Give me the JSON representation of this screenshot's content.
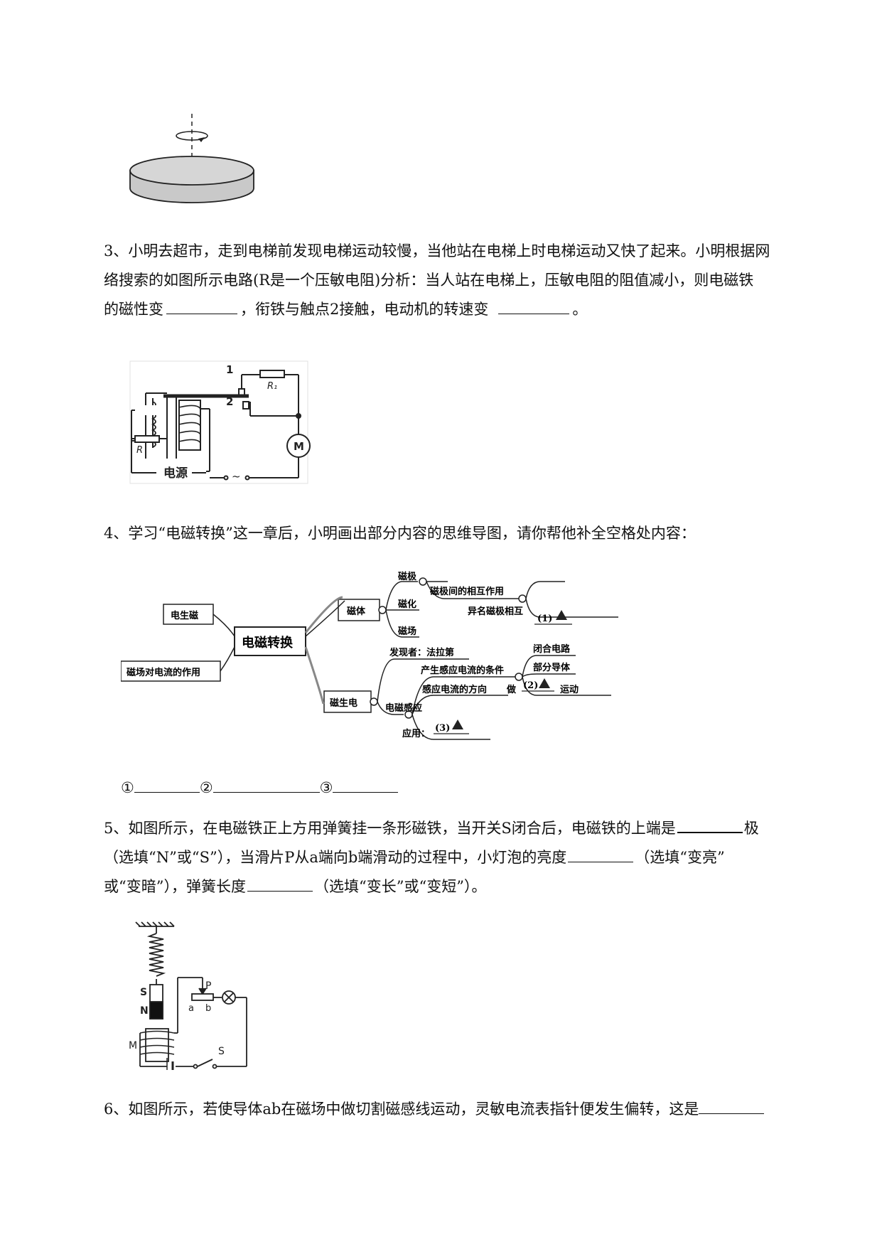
{
  "q3": {
    "line1": "3、小明去超市，走到电梯前发现电梯运动较慢，当他站在电梯上时电梯运动又快了起来。小明根据网",
    "line2": "络搜索的如图所示电路(R是一个压敏电阻)分析：当人站在电梯上，压敏电阻的阻值减小，则电磁铁",
    "line3a": "的磁性变",
    "line3b": "，衔铁与触点2接触，电动机的转速变",
    "line3c": "。",
    "fig": {
      "contact1": "1",
      "contact2": "2",
      "r1": "R₁",
      "r": "R",
      "motor": "M",
      "source": "电源",
      "ac": "~"
    }
  },
  "q4": {
    "text": "4、学习“电磁转换”这一章后，小明画出部分内容的思维导图，请你帮他补全空格处内容：",
    "map": {
      "center": "电磁转换",
      "left_top": "电生磁",
      "left_bottom": "磁场对电流的作用",
      "magnet": "磁体",
      "pole": "磁极",
      "magnetize": "磁化",
      "field": "磁场",
      "pole_interaction": "磁极间的相互作用",
      "unlike_poles": "异名磁极相互",
      "slot1": "(1)",
      "mag_to_elec": "磁生电",
      "discoverer": "发现者：法拉第",
      "induction": "电磁感应",
      "condition": "产生感应电流的条件",
      "closed_circuit": "闭合电路",
      "part_conductor": "部分导体",
      "do": "做",
      "slot2": "(2)",
      "motion": "运动",
      "direction": "感应电流的方向",
      "application": "应用：",
      "slot3": "(3)"
    },
    "ans1": "①",
    "ans2": "②",
    "ans3": "③"
  },
  "q5": {
    "line1a": "5、如图所示，在电磁铁正上方用弹簧挂一条形磁铁，当开关S闭合后，电磁铁的上端是",
    "line1b": "极",
    "line2a": "（选填“N”或“S”），当滑片P从a端向b端滑动的过程中，小灯泡的亮度",
    "line2b": "（选填“变亮”",
    "line3a": "或“变暗”），弹簧长度",
    "line3b": "（选填“变长”或“变短”）。",
    "fig": {
      "s": "S",
      "n": "N",
      "p": "P",
      "a": "a",
      "b": "b",
      "m": "M",
      "switch": "S"
    }
  },
  "q6": {
    "line1": "6、如图所示，若使导体ab在磁场中做切割磁感线运动，灵敏电流表指针便发生偏转，这是"
  }
}
